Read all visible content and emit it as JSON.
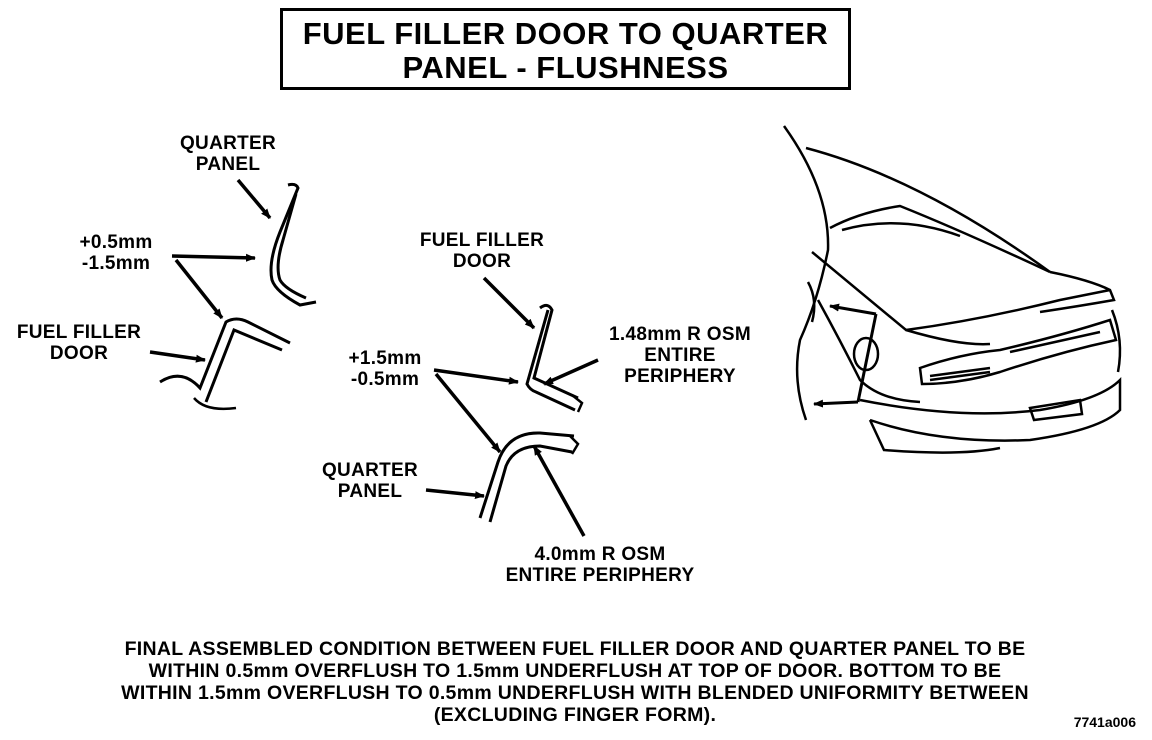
{
  "title": {
    "line1": "FUEL FILLER DOOR TO QUARTER",
    "line2": "PANEL - FLUSHNESS"
  },
  "left_view": {
    "quarter_panel_label": [
      "QUARTER",
      "PANEL"
    ],
    "tolerance_label": [
      "+0.5mm",
      "-1.5mm"
    ],
    "fuel_filler_door_label": [
      "FUEL FILLER",
      "DOOR"
    ]
  },
  "center_view": {
    "fuel_filler_door_label": [
      "FUEL FILLER",
      "DOOR"
    ],
    "tolerance_label": [
      "+1.5mm",
      "-0.5mm"
    ],
    "door_radius_label": [
      "1.48mm R OSM",
      "ENTIRE",
      "PERIPHERY"
    ],
    "quarter_panel_label": [
      "QUARTER",
      "PANEL"
    ],
    "panel_radius_label": [
      "4.0mm R OSM",
      "ENTIRE PERIPHERY"
    ]
  },
  "note": [
    "FINAL ASSEMBLED CONDITION BETWEEN FUEL FILLER DOOR AND QUARTER PANEL TO BE",
    "WITHIN 0.5mm OVERFLUSH TO 1.5mm UNDERFLUSH AT TOP OF DOOR.  BOTTOM TO BE",
    "WITHIN 1.5mm OVERFLUSH TO 0.5mm UNDERFLUSH WITH BLENDED UNIFORMITY BETWEEN",
    "(EXCLUDING FINGER FORM)."
  ],
  "figure_id": "7741a006"
}
